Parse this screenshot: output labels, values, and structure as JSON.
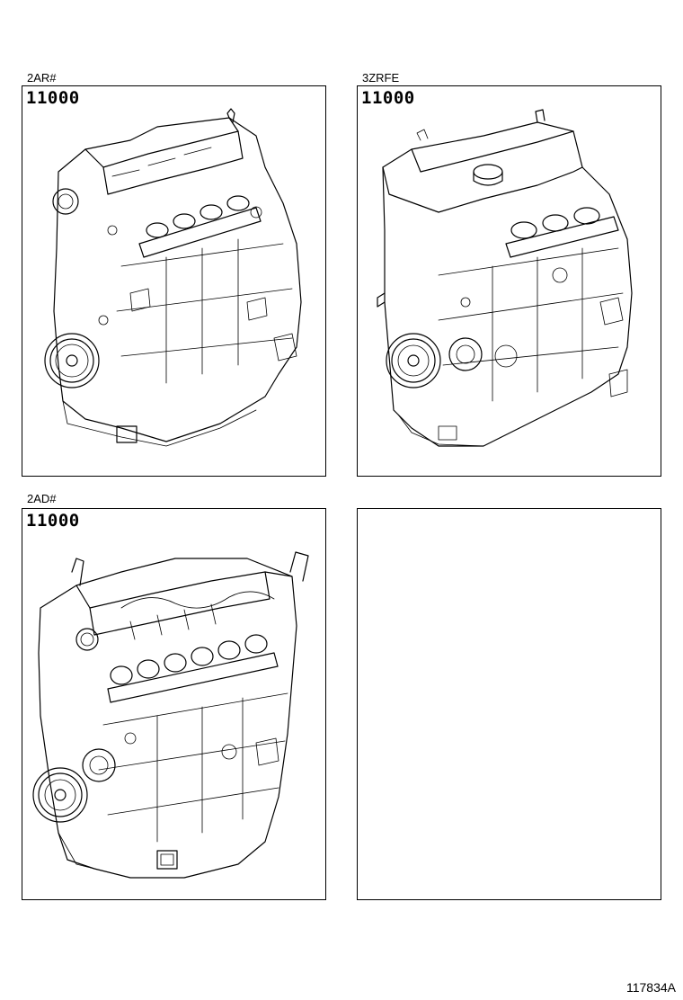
{
  "panels": [
    {
      "caption": "2AR#",
      "part_no": "11000",
      "image": "engine-assembly-2ar"
    },
    {
      "caption": "3ZRFE",
      "part_no": "11000",
      "image": "engine-assembly-3zrfe"
    },
    {
      "caption": "2AD#",
      "part_no": "11000",
      "image": "engine-assembly-2ad"
    },
    {
      "caption": "",
      "part_no": "",
      "image": ""
    }
  ],
  "illustration_number": "117834A"
}
